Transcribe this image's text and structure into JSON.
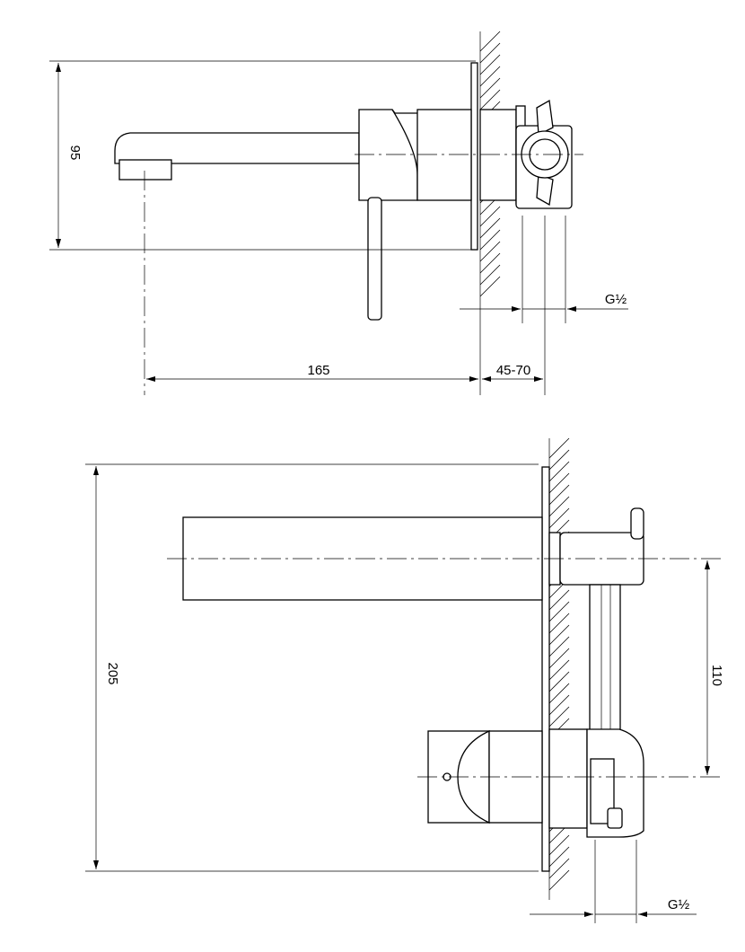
{
  "top_view": {
    "dim_height": "95",
    "dim_reach": "165",
    "dim_depth": "45-70",
    "thread": "G½"
  },
  "bottom_view": {
    "dim_height": "205",
    "dim_spacing": "110",
    "thread": "G½"
  }
}
